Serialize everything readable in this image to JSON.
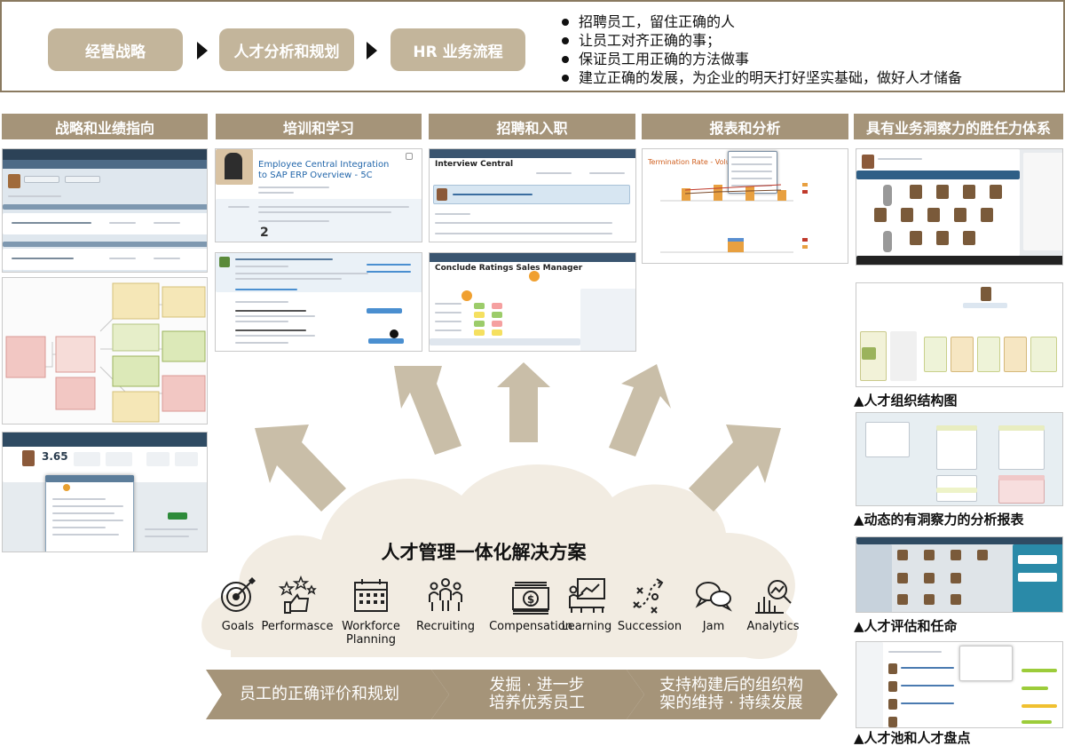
{
  "banner": {
    "steps": [
      "经营战略",
      "人才分析和规划",
      "HR 业务流程"
    ],
    "goals": [
      "招聘员工，留住正确的人",
      "让员工对齐正确的事；",
      "保证员工用正确的方法做事",
      "建立正确的发展，为企业的明天打好坚实基础，做好人才储备"
    ]
  },
  "columns": [
    "战略和业绩指向",
    "培训和学习",
    "招聘和入职",
    "报表和分析",
    "具有业务洞察力的胜任力体系"
  ],
  "screens": {
    "training_top": {
      "title": "Employee Central Integration to SAP ERP Overview - 5C",
      "big_number": "2"
    },
    "recruit_top": {
      "title": "Interview Central"
    },
    "recruit_bottom": {
      "title": "Conclude Ratings Sales Manager"
    },
    "report": {
      "title": "Termination Rate - Voluntary"
    },
    "performance": {
      "big_number": "3.65"
    }
  },
  "cloud": {
    "title": "人才管理一体化解决方案",
    "modules": [
      {
        "label": "Goals",
        "icon": "target-icon"
      },
      {
        "label": "Performasce",
        "icon": "thumbs-up-stars-icon"
      },
      {
        "label": "Workforce Planning",
        "icon": "calendar-grid-icon"
      },
      {
        "label": "Recruiting",
        "icon": "people-group-icon"
      },
      {
        "label": "Compensation",
        "icon": "money-bill-icon"
      },
      {
        "label": "Learning",
        "icon": "presenter-board-icon"
      },
      {
        "label": "Succession",
        "icon": "play-diagram-icon"
      },
      {
        "label": "Jam",
        "icon": "speech-bubbles-icon"
      },
      {
        "label": "Analytics",
        "icon": "magnifier-chart-icon"
      }
    ]
  },
  "chevrons": [
    "员工的正确评价和规划",
    "发掘 · 进一步\n培养优秀员工",
    "支持构建后的组织构\n架的维持 · 持续发展"
  ],
  "captions": [
    "▲人才组织结构图",
    "▲动态的有洞察力的分析报表",
    "▲人才评估和任命",
    "▲人才池和人才盘点"
  ],
  "colors": {
    "header": "#a59479",
    "pill": "#c3b59b",
    "cloud": "#f2ece2",
    "arrow": "#c9bea8",
    "chevron": "#a59479"
  }
}
